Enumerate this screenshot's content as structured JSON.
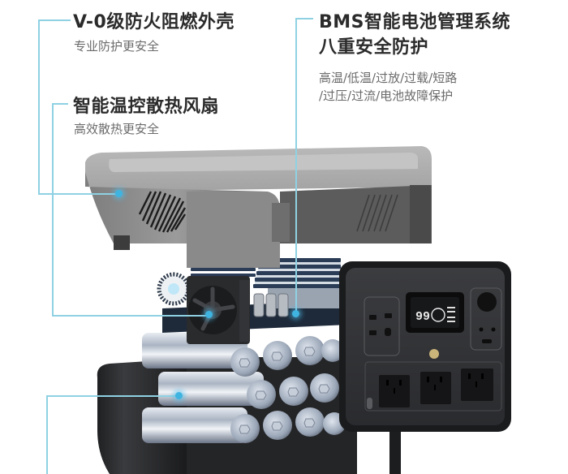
{
  "callouts": [
    {
      "id": "shell",
      "title": "V-0级防火阻燃外壳",
      "subtitle": "专业防护更安全"
    },
    {
      "id": "fan",
      "title": "智能温控散热风扇",
      "subtitle": "高效散热更安全"
    },
    {
      "id": "bms",
      "title_line1": "BMS智能电池管理系统",
      "title_line2": "八重安全防护",
      "subtitle_line1": "高温/低温/过放/过载/短路",
      "subtitle_line2": "/过压/过流/电池故障保护"
    }
  ],
  "product": {
    "display_battery_percent": "99",
    "ac_outlet_count": 3,
    "usb_port_count": 4
  },
  "colors": {
    "callout_line": "#8fd1e3",
    "callout_dot": "#3fb4e0",
    "title_text": "#2b2b2b",
    "subtitle_text": "#6b6b6b",
    "shell_gray": "#8a8a8a",
    "body_dark": "#2e2f31"
  }
}
